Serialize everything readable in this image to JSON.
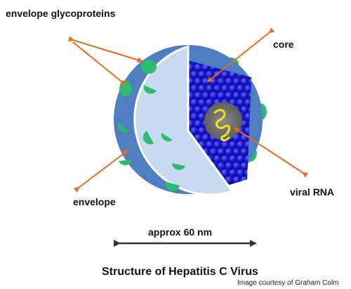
{
  "labels": {
    "glycoproteins": "envelope glycoproteins",
    "core": "core",
    "viral_rna": "viral RNA",
    "envelope": "envelope",
    "scale": "approx 60 nm"
  },
  "title": "Structure of Hepatitis C Virus",
  "credit": "Image courtesy of Graham Colm",
  "colors": {
    "envelope_fill": "#c8daf0",
    "envelope_outer": "#4f7fc0",
    "capsid": "#1a1ad8",
    "glycoprotein": "#2bbd6e",
    "rna_region": "#6e6e6e",
    "rna_strand": "#f2e21a",
    "arrow": "#ec6a1e",
    "scale_arrow": "#333333"
  }
}
